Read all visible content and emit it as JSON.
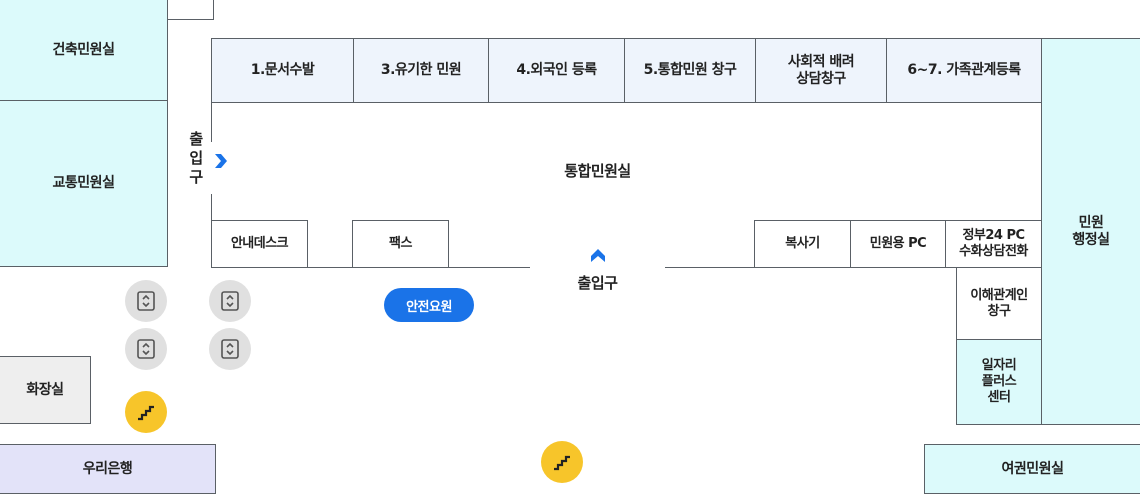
{
  "rooms": {
    "architecture": "건축민원실",
    "traffic": "교통민원실",
    "restroom": "화장실",
    "bank": "우리은행",
    "passport": "여권민원실",
    "civil_admin_line1": "민원",
    "civil_admin_line2": "행정실",
    "integrated_hall": "통합민원실"
  },
  "top_counters": [
    {
      "line1": "1.문서수발",
      "line2": ""
    },
    {
      "line1": "3.유기한 민원",
      "line2": ""
    },
    {
      "line1": "4.외국인 등록",
      "line2": ""
    },
    {
      "line1": "5.통합민원 창구",
      "line2": ""
    },
    {
      "line1": "사회적 배려",
      "line2": "상담창구"
    },
    {
      "line1": "6~7. 가족관계등록",
      "line2": ""
    }
  ],
  "bottom_counters": {
    "info_desk": "안내데스크",
    "fax": "팩스",
    "copier": "복사기",
    "public_pc": "민원용 PC",
    "gov24_line1": "정부24 PC",
    "gov24_line2": "수화상담전화",
    "conflict_line1": "이해관계인",
    "conflict_line2": "창구",
    "job_line1": "일자리",
    "job_line2": "플러스",
    "job_line3": "센터"
  },
  "entrances": {
    "side_chars": [
      "출",
      "입",
      "구"
    ],
    "main": "출입구"
  },
  "safety_badge": "안전요원",
  "colors": {
    "cyan_room": "#dcfafb",
    "blue_counter": "#eef4fc",
    "purple_room": "#e3e3f9",
    "gray_room": "#eeeeee",
    "accent_blue": "#1a73e8",
    "stair_yellow": "#f7c52a",
    "elevator_gray": "#e0e0e0"
  },
  "icons": {
    "elevator": "elevator-icon",
    "stairs": "stairs-icon",
    "entrance_arrow": "chevron-icon"
  }
}
